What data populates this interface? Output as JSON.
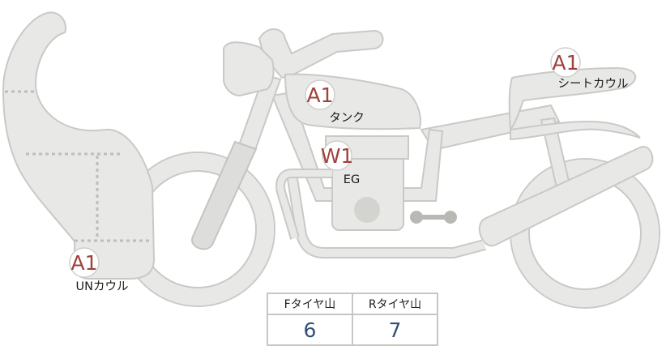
{
  "parts": {
    "tank": {
      "grade": "A1",
      "label": "タンク"
    },
    "engine": {
      "grade": "W1",
      "label": "EG"
    },
    "seat_cowl": {
      "grade": "A1",
      "label": "シートカウル"
    },
    "under_cowl": {
      "grade": "A1",
      "label": "UNカウル"
    }
  },
  "tires": {
    "front_header": "Fタイヤ山",
    "rear_header": "Rタイヤ山",
    "front_value": "6",
    "rear_value": "7"
  },
  "colors": {
    "part_fill": "#e8e8e6",
    "part_outline": "#c9c9c6",
    "grade_text": "#a0413c",
    "tire_value_text": "#2f4f7a"
  }
}
